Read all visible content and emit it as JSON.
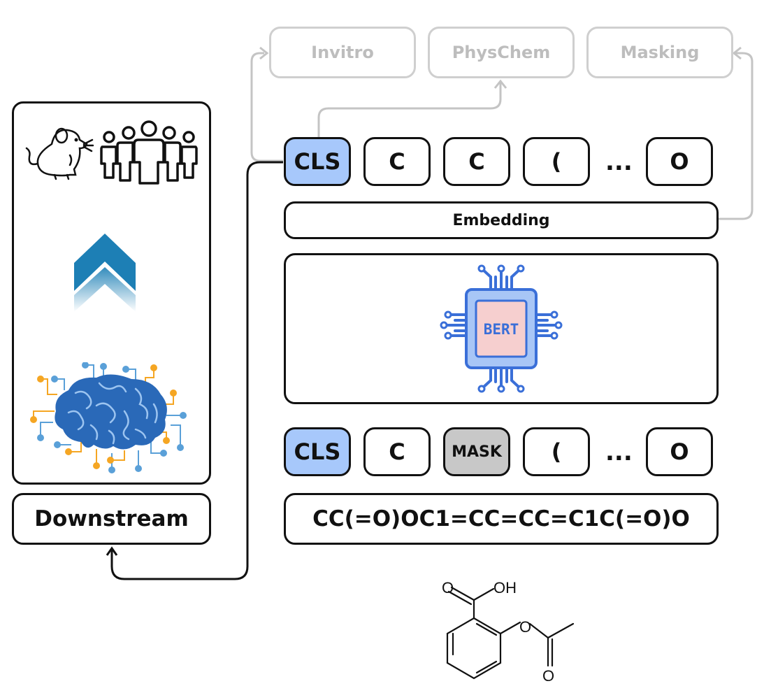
{
  "heads": [
    "Invitro",
    "PhysChem",
    "Masking"
  ],
  "top_tokens": [
    "CLS",
    "C",
    "C",
    "(",
    "O"
  ],
  "top_ellipsis": "...",
  "embedding_label": "Embedding",
  "model_label": "BERT",
  "bottom_tokens": [
    "CLS",
    "C",
    "MASK",
    "(",
    "O"
  ],
  "bottom_ellipsis": "...",
  "smiles": "CC(=O)OC1=CC=CC=C1C(=O)O",
  "downstream_label": "Downstream",
  "molecule": {
    "label_o_top": "O",
    "label_oh": "OH",
    "label_o_ester": "O",
    "label_o_bottom": "O"
  },
  "colors": {
    "cls": "#a7c8fb",
    "mask": "#c8c8c8",
    "head_border": "#cfcfcf",
    "chip_blue": "#3a6fd8",
    "chip_pink": "#f6cfcf",
    "arrow_blue": "#1d7fb5",
    "brain_blue": "#2a69b8",
    "node_orange": "#f5a623",
    "node_blue": "#5aa0d8"
  }
}
